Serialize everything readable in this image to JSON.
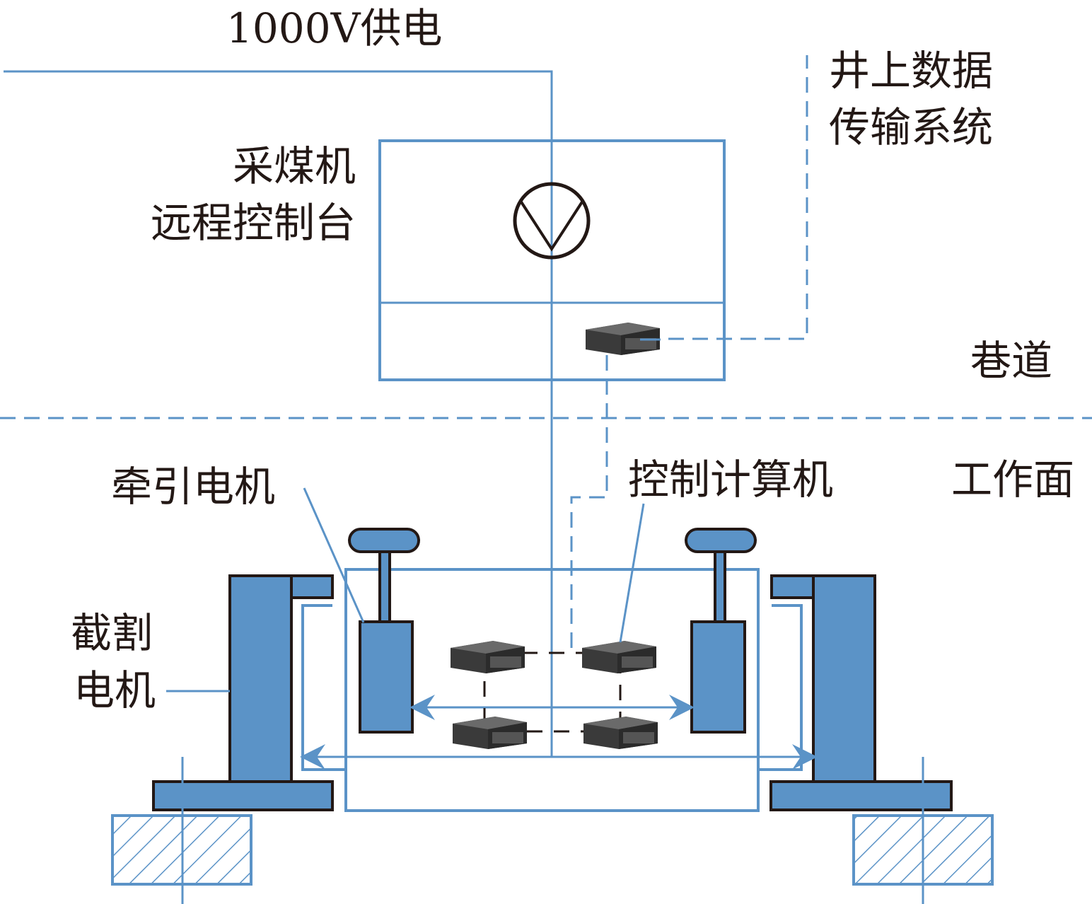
{
  "labels": {
    "power": "1000V供电",
    "uplink_line1": "井上数据",
    "uplink_line2": "传输系统",
    "console_line1": "采煤机",
    "console_line2": "远程控制台",
    "roadway": "巷道",
    "traction_motor": "牵引电机",
    "control_computer": "控制计算机",
    "working_face": "工作面",
    "cutting_motor_line1": "截割",
    "cutting_motor_line2": "电机"
  },
  "colors": {
    "line": "#5b93c7",
    "motor_fill": "#5b93c7",
    "text": "#231815"
  }
}
